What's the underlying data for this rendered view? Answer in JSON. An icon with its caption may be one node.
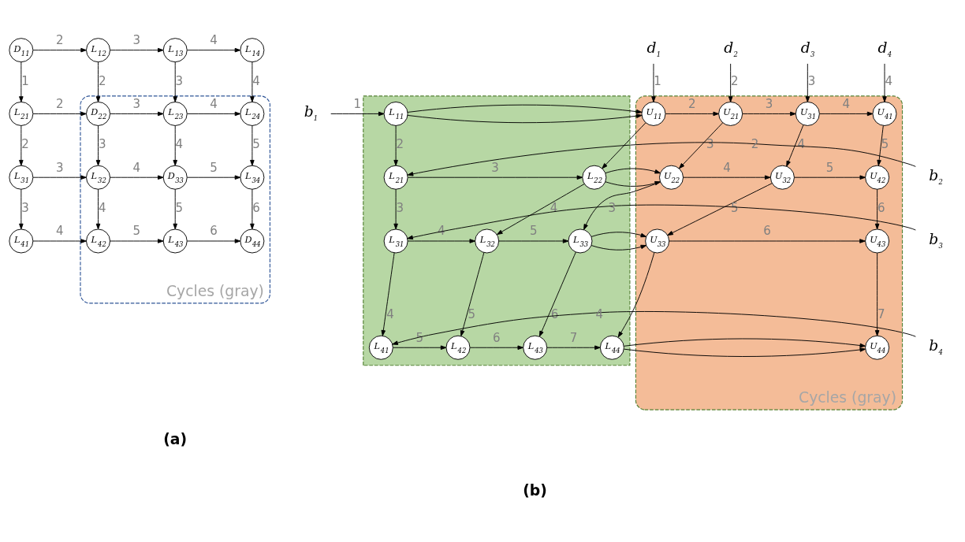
{
  "diagram": {
    "nodes": [
      {
        "text": [
          "D$_{11}$"
        ]
      },
      {
        "text": [
          "L$_{12}$"
        ]
      },
      {
        "text": [
          "L$_{13}$"
        ]
      },
      {
        "text": [
          "L$_{14}$"
        ]
      },
      {
        "text": [
          "L$_{21}$"
        ]
      },
      {
        "text": [
          "Cycles (gray)"
        ]
      },
      {
        "text": [
          "D$_{22}$"
        ],
        "in": 5
      },
      {
        "text": [
          "L$_{23}$"
        ],
        "in": 5
      },
      {
        "text": [
          "L$_{24}$"
        ],
        "in": 5
      },
      {
        "text": [
          "L$_{31}$"
        ]
      },
      {
        "text": [
          "L$_{32}$"
        ],
        "in": 5
      },
      {
        "text": [
          "D$_{33}$"
        ],
        "in": 5
      },
      {
        "text": [
          "L$_{34}$"
        ],
        "in": 5
      },
      {
        "text": [
          "L$_{41}$"
        ]
      },
      {
        "text": [
          "L$_{42}$"
        ],
        "in": 5
      },
      {
        "text": [
          "L$_{43}$"
        ],
        "in": 5
      },
      {
        "text": [
          "D$_{44}$"
        ],
        "in": 5
      },
      {
        "text": [
          "d$_{1}$"
        ]
      },
      {
        "text": [
          "d$_{2}$"
        ]
      },
      {
        "text": [
          "d$_{3}$"
        ]
      },
      {
        "text": [
          "d$_{4}$"
        ]
      },
      {
        "text": [
          "b$_{1}$"
        ]
      },
      {
        "text": [],
        "shape": "box"
      },
      {
        "text": [
          "L$_{11}$"
        ],
        "in": 22
      },
      {
        "text": [
          "Cycles (gray)"
        ]
      },
      {
        "text": [
          "U$_{11}$"
        ],
        "in": 24
      },
      {
        "text": [
          "U$_{21}$"
        ],
        "in": 24
      },
      {
        "text": [
          "U$_{31}$"
        ],
        "in": 24
      },
      {
        "text": [
          "U$_{41}$"
        ],
        "in": 24
      },
      {
        "text": [
          "b$_{2}$"
        ]
      },
      {
        "text": [
          "L$_{21}$"
        ],
        "in": 22
      },
      {
        "text": [
          "L$_{22}$"
        ],
        "in": 22
      },
      {
        "text": [
          "U$_{22}$"
        ],
        "in": 24
      },
      {
        "text": [
          "U$_{32}$"
        ],
        "in": 24
      },
      {
        "text": [
          "U$_{42}$"
        ],
        "in": 24
      },
      {
        "text": [
          "b$_{3}$"
        ]
      },
      {
        "text": [
          "L$_{31}$"
        ],
        "in": 22
      },
      {
        "text": [
          "L$_{32}$"
        ],
        "in": 22
      },
      {
        "text": [
          "L$_{33}$"
        ],
        "in": 22
      },
      {
        "text": [
          "U$_{33}$"
        ],
        "in": 24
      },
      {
        "text": [
          "U$_{43}$"
        ],
        "in": 24
      },
      {
        "text": [
          "b$_{4}$"
        ]
      },
      {
        "text": [
          "L$_{41}$"
        ],
        "in": 22
      },
      {
        "text": [
          "L$_{42}$"
        ],
        "in": 22
      },
      {
        "text": [
          "L$_{43}$"
        ],
        "in": 22
      },
      {
        "text": [
          "L$_{44}$"
        ],
        "in": 22
      },
      {
        "text": [
          "U$_{44}$"
        ],
        "in": 24
      }
    ],
    "edges": [
      {
        "from": 0,
        "to": 1,
        "arrow": "to",
        "label": "2"
      },
      {
        "from": 1,
        "to": 2,
        "arrow": "to",
        "label": "3"
      },
      {
        "from": 2,
        "to": 3,
        "arrow": "to",
        "label": "4"
      },
      {
        "from": 0,
        "to": 4,
        "arrow": "to",
        "label": "1"
      },
      {
        "from": 1,
        "to": 6,
        "arrow": "to",
        "label": "2"
      },
      {
        "from": 2,
        "to": 7,
        "arrow": "to",
        "label": "3"
      },
      {
        "from": 3,
        "to": 8,
        "arrow": "to",
        "label": "4"
      },
      {
        "from": 4,
        "to": 6,
        "arrow": "to",
        "label": "2"
      },
      {
        "from": 6,
        "to": 7,
        "arrow": "to",
        "label": "3"
      },
      {
        "from": 7,
        "to": 8,
        "arrow": "to",
        "label": "4"
      },
      {
        "from": 4,
        "to": 9,
        "arrow": "to",
        "label": "2"
      },
      {
        "from": 6,
        "to": 10,
        "arrow": "to",
        "label": "3"
      },
      {
        "from": 7,
        "to": 11,
        "arrow": "to",
        "label": "4"
      },
      {
        "from": 8,
        "to": 12,
        "arrow": "to",
        "label": "5"
      },
      {
        "from": 9,
        "to": 10,
        "arrow": "to",
        "label": "3"
      },
      {
        "from": 10,
        "to": 11,
        "arrow": "to",
        "label": "4"
      },
      {
        "from": 11,
        "to": 12,
        "arrow": "to",
        "label": "5"
      },
      {
        "from": 9,
        "to": 13,
        "arrow": "to",
        "label": "3"
      },
      {
        "from": 10,
        "to": 14,
        "arrow": "to",
        "label": "4"
      },
      {
        "from": 11,
        "to": 15,
        "arrow": "to",
        "label": "5"
      },
      {
        "from": 12,
        "to": 16,
        "arrow": "to",
        "label": "6"
      },
      {
        "from": 13,
        "to": 14,
        "arrow": "to",
        "label": "4"
      },
      {
        "from": 14,
        "to": 15,
        "arrow": "to",
        "label": "5"
      },
      {
        "from": 15,
        "to": 16,
        "arrow": "to",
        "label": "6"
      },
      {
        "from": 21,
        "to": 23,
        "arrow": "to",
        "label": "1"
      },
      {
        "from": 23,
        "to": 25,
        "arrow": "to"
      },
      {
        "from": 25,
        "to": 26,
        "arrow": "to",
        "label": "2"
      },
      {
        "from": 26,
        "to": 27,
        "arrow": "to",
        "label": "3"
      },
      {
        "from": 27,
        "to": 28,
        "arrow": "to",
        "label": "4"
      },
      {
        "from": 17,
        "to": 25,
        "arrow": "to",
        "label": "1"
      },
      {
        "from": 18,
        "to": 26,
        "arrow": "to",
        "label": "2"
      },
      {
        "from": 19,
        "to": 27,
        "arrow": "to",
        "label": "3"
      },
      {
        "from": 20,
        "to": 28,
        "arrow": "to",
        "label": "4"
      },
      {
        "from": 23,
        "to": 30,
        "arrow": "to",
        "label": "2"
      },
      {
        "from": 25,
        "to": 31,
        "arrow": "to"
      },
      {
        "from": 26,
        "to": 32,
        "arrow": "to",
        "label": "3"
      },
      {
        "from": 27,
        "to": 33,
        "arrow": "to",
        "label": "4"
      },
      {
        "from": 28,
        "to": 34,
        "arrow": "to",
        "label": "5"
      },
      {
        "from": 29,
        "to": 30,
        "arrow": "to",
        "label": "2"
      },
      {
        "from": 30,
        "to": 31,
        "arrow": "to",
        "label": "3"
      },
      {
        "from": 31,
        "to": 32,
        "arrow": "to"
      },
      {
        "from": 32,
        "to": 33,
        "arrow": "to",
        "label": "4"
      },
      {
        "from": 33,
        "to": 34,
        "arrow": "to",
        "label": "5"
      },
      {
        "from": 30,
        "to": 36,
        "arrow": "to",
        "label": "3"
      },
      {
        "from": 31,
        "to": 37,
        "arrow": "to",
        "label": "4"
      },
      {
        "from": 32,
        "to": 38,
        "arrow": "to"
      },
      {
        "from": 33,
        "to": 39,
        "arrow": "to",
        "label": "5"
      },
      {
        "from": 34,
        "to": 40,
        "arrow": "to",
        "label": "6"
      },
      {
        "from": 35,
        "to": 36,
        "arrow": "to",
        "label": "3"
      },
      {
        "from": 36,
        "to": 37,
        "arrow": "to",
        "label": "4"
      },
      {
        "from": 37,
        "to": 38,
        "arrow": "to",
        "label": "5"
      },
      {
        "from": 38,
        "to": 39,
        "arrow": "to"
      },
      {
        "from": 39,
        "to": 40,
        "arrow": "to",
        "label": "6"
      },
      {
        "from": 36,
        "to": 42,
        "arrow": "to",
        "label": "4"
      },
      {
        "from": 37,
        "to": 43,
        "arrow": "to",
        "label": "5"
      },
      {
        "from": 38,
        "to": 44,
        "arrow": "to",
        "label": "6"
      },
      {
        "from": 39,
        "to": 45,
        "arrow": "to"
      },
      {
        "from": 40,
        "to": 46,
        "arrow": "to",
        "label": "7"
      },
      {
        "from": 41,
        "to": 42,
        "arrow": "to",
        "label": "4"
      },
      {
        "from": 42,
        "to": 43,
        "arrow": "to",
        "label": "5"
      },
      {
        "from": 43,
        "to": 44,
        "arrow": "to",
        "label": "6"
      },
      {
        "from": 44,
        "to": 45,
        "arrow": "to",
        "label": "7"
      },
      {
        "from": 45,
        "to": 46,
        "arrow": "to"
      }
    ],
    "labels": [
      "(a)",
      "(b)"
    ]
  }
}
